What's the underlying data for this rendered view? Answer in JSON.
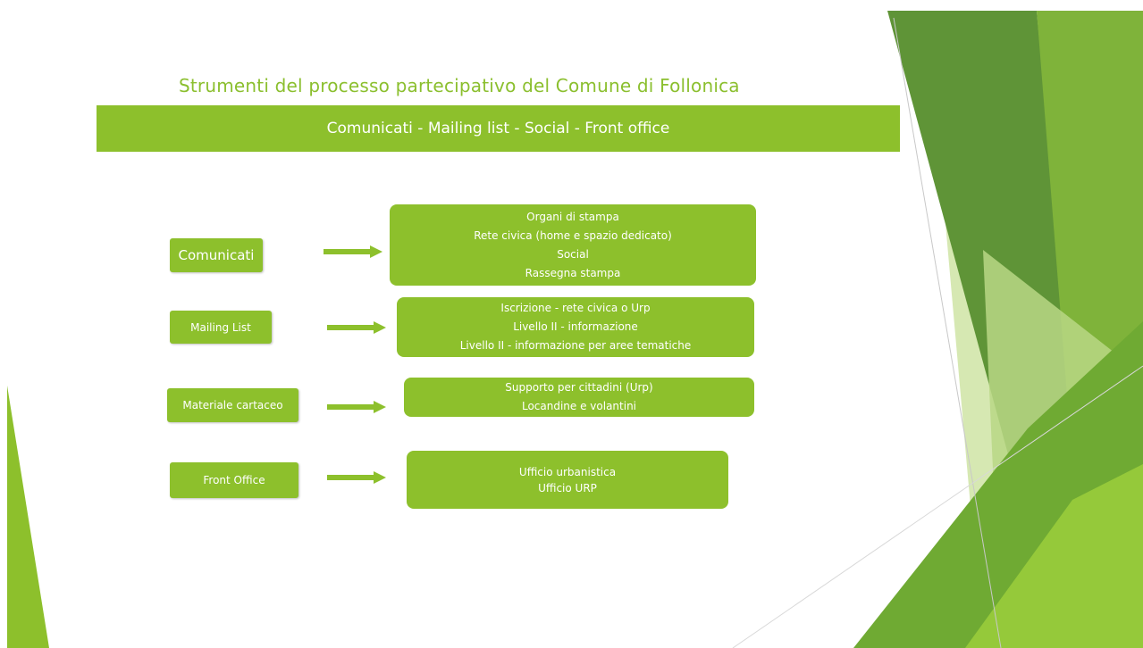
{
  "slide": {
    "title": "Strumenti del processo partecipativo del Comune di Follonica",
    "banner": "Comunicati  -  Mailing list  -  Social  -  Front office"
  },
  "rows": [
    {
      "label": "Comunicati",
      "items": [
        "Organi di stampa",
        "Rete civica (home e spazio dedicato)",
        "Social",
        "Rassegna stampa"
      ]
    },
    {
      "label": "Mailing List",
      "items": [
        "Iscrizione - rete civica o Urp",
        "Livello II - informazione",
        "Livello II - informazione per aree tematiche"
      ]
    },
    {
      "label": "Materiale cartaceo",
      "items": [
        "Supporto per cittadini (Urp)",
        "Locandine e volantini"
      ]
    },
    {
      "label": "Front Office",
      "items": [
        "Ufficio urbanistica",
        "Ufficio URP"
      ]
    }
  ],
  "colors": {
    "accent": "#8dc02c",
    "title": "#8bbf2e",
    "dark_green": "#4f8a2b",
    "light_green": "#c9df9a"
  }
}
